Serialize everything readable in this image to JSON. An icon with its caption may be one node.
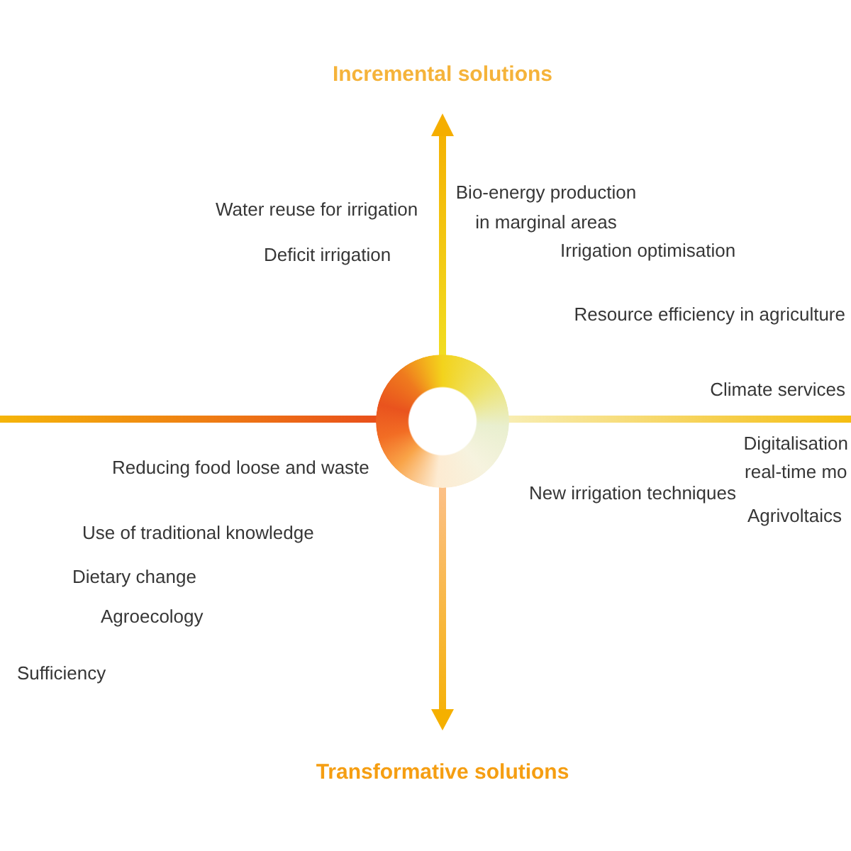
{
  "diagram": {
    "nodes": [
      {
        "text": [],
        "shape": "circle"
      }
    ],
    "labels": [
      "Incremental solutions",
      "Bio-energy production in marginal areas",
      "Water reuse for irrigation",
      "Irrigation optimisation",
      "Deficit irrigation",
      "Resource efficiency in agriculture",
      "Climate services",
      "Digitalisation real-time mo",
      "Reducing food loose and waste",
      "New irrigation techniques",
      "Agrivoltaics",
      "Use of traditional knowledge",
      "Dietary change",
      "Agroecology",
      "Sufficiency",
      "Transformative solutions"
    ]
  }
}
